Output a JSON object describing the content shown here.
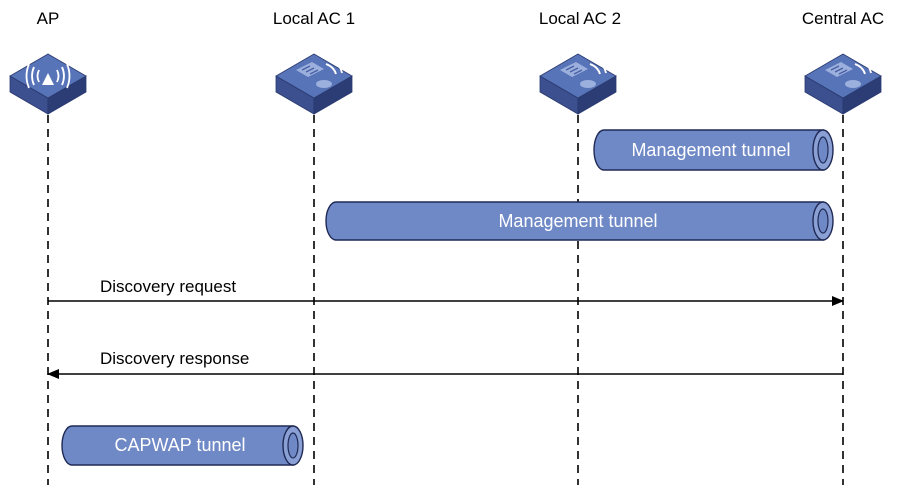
{
  "colors": {
    "device_top": "#5874b8",
    "device_left": "#3c4f8e",
    "device_right": "#2c3d76",
    "device_screen": "#9cb0de",
    "tunnel_fill": "#6f88c6",
    "tunnel_stroke": "#1f2a55",
    "tunnel_end": "#8aa0d4"
  },
  "nodes": [
    {
      "id": "ap",
      "label": "AP",
      "icon": "wireless-ap-icon"
    },
    {
      "id": "local-ac-1",
      "label": "Local AC 1",
      "icon": "wireless-controller-icon"
    },
    {
      "id": "local-ac-2",
      "label": "Local AC 2",
      "icon": "wireless-controller-icon"
    },
    {
      "id": "central-ac",
      "label": "Central AC",
      "icon": "wireless-controller-icon"
    }
  ],
  "tunnels": [
    {
      "label": "Management tunnel",
      "from": "local-ac-2",
      "to": "central-ac"
    },
    {
      "label": "Management tunnel",
      "from": "local-ac-1",
      "to": "central-ac"
    },
    {
      "label": "CAPWAP tunnel",
      "from": "ap",
      "to": "local-ac-1"
    }
  ],
  "messages": [
    {
      "label": "Discovery request",
      "from": "ap",
      "to": "central-ac"
    },
    {
      "label": "Discovery response",
      "from": "central-ac",
      "to": "ap"
    }
  ]
}
